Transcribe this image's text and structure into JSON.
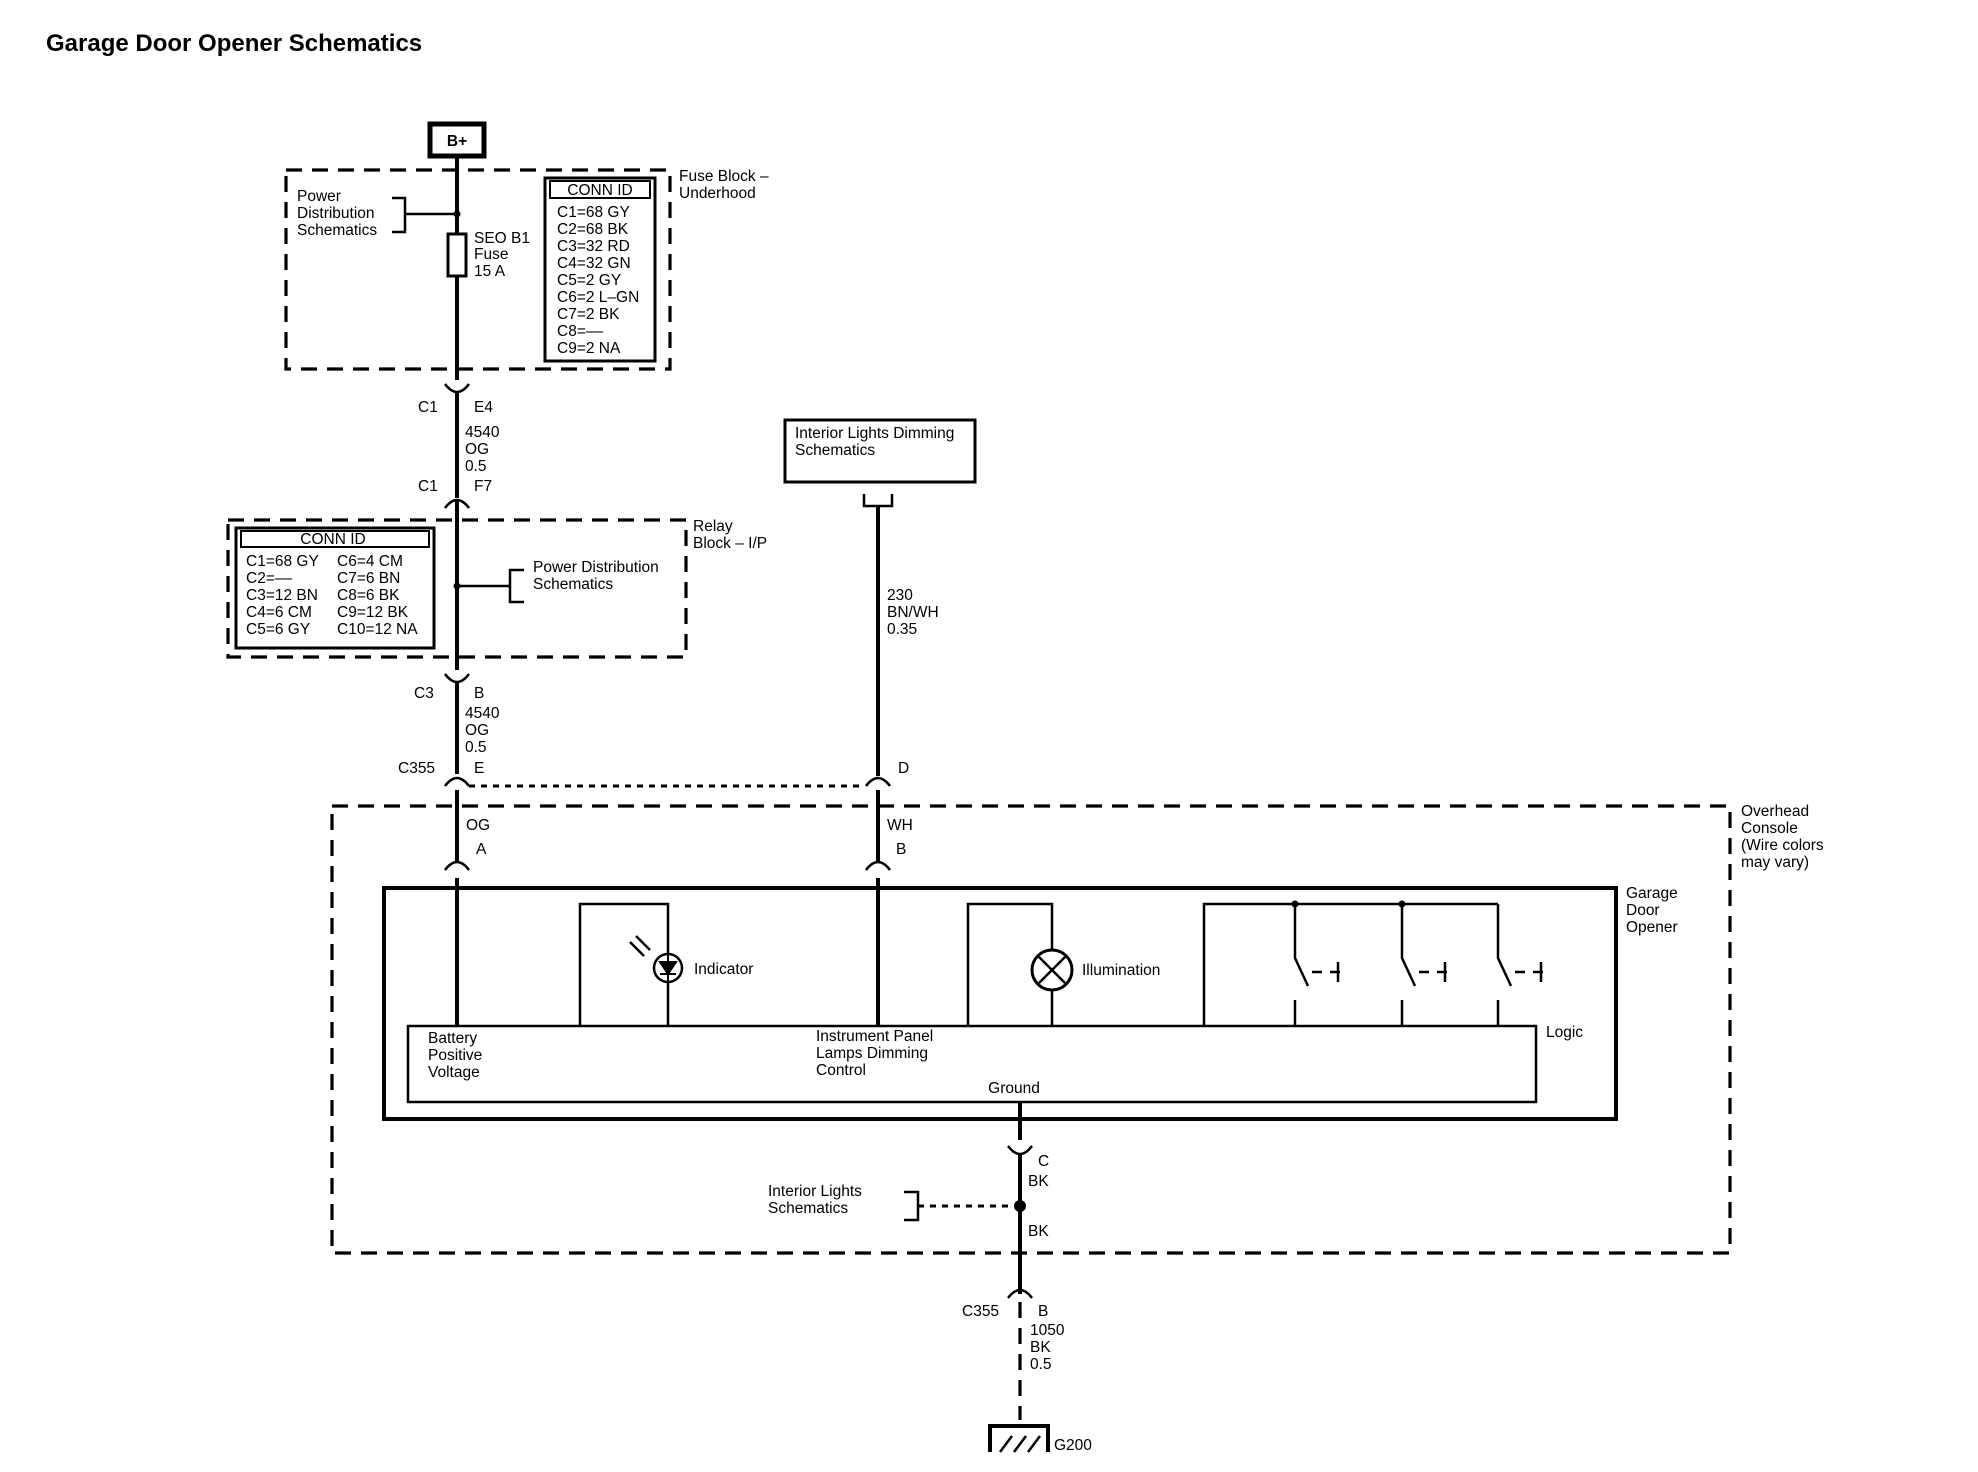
{
  "title": "Garage Door Opener Schematics",
  "power_source": "B+",
  "fuse_block": {
    "label": [
      "Fuse Block –",
      "Underhood"
    ],
    "power_dist": [
      "Power",
      "Distribution",
      "Schematics"
    ],
    "fuse": [
      "SEO B1",
      "Fuse",
      "15 A"
    ],
    "conn_title": "CONN ID",
    "conn_rows": [
      "C1=68 GY",
      "C2=68 BK",
      "C3=32 RD",
      "C4=32 GN",
      "C5=2 GY",
      "C6=2 L–GN",
      "C7=2 BK",
      "C8=––",
      "C9=2 NA"
    ]
  },
  "wire1": {
    "top_conn": "C1",
    "top_pin": "E4",
    "circuit": [
      "4540",
      "OG",
      "0.5"
    ],
    "bot_conn": "C1",
    "bot_pin": "F7"
  },
  "relay_block": {
    "label": [
      "Relay",
      "Block – I/P"
    ],
    "power_dist": [
      "Power Distribution",
      "Schematics"
    ],
    "conn_title": "CONN ID",
    "conn_left": [
      "C1=68 GY",
      "C2=––",
      "C3=12 BN",
      "C4=6 CM",
      "C5=6 GY"
    ],
    "conn_right": [
      "C6=4 CM",
      "C7=6 BN",
      "C8=6 BK",
      "C9=12 BK",
      "C10=12 NA"
    ]
  },
  "wire2": {
    "top_conn": "C3",
    "top_pin": "B",
    "circuit": [
      "4540",
      "OG",
      "0.5"
    ],
    "c355": "C355",
    "c355_pin": "E"
  },
  "dimming": {
    "box": [
      "Interior Lights Dimming",
      "Schematics"
    ],
    "circuit": [
      "230",
      "BN/WH",
      "0.35"
    ],
    "pin": "D"
  },
  "console": {
    "label": [
      "Overhead",
      "Console",
      "(Wire colors",
      "may vary)"
    ],
    "og": "OG",
    "pin_a": "A",
    "wh": "WH",
    "pin_b": "B"
  },
  "opener": {
    "label": [
      "Garage",
      "Door",
      "Opener"
    ],
    "indicator": "Indicator",
    "illumination": "Illumination",
    "logic": "Logic",
    "battery": [
      "Battery",
      "Positive",
      "Voltage"
    ],
    "ipl": [
      "Instrument Panel",
      "Lamps Dimming",
      "Control"
    ],
    "ground": "Ground"
  },
  "ground_wire": {
    "pin_c": "C",
    "bk1": "BK",
    "bk2": "BK",
    "interior": [
      "Interior Lights",
      "Schematics"
    ],
    "c355": "C355",
    "pin_b": "B",
    "circuit": [
      "1050",
      "BK",
      "0.5"
    ],
    "ground_id": "G200"
  }
}
